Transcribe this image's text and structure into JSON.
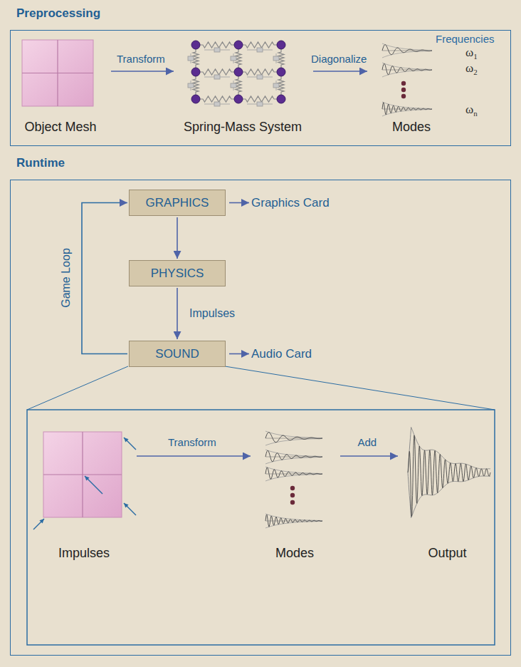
{
  "diagram": {
    "nodes": [
      {
        "text": [
          "Preprocessing"
        ]
      },
      {
        "text": [
          "Object Mesh"
        ],
        "in": 0
      },
      {
        "text": [
          "Spring-Mass System"
        ],
        "in": 0
      },
      {
        "text": [
          "Modes"
        ],
        "in": 0
      },
      {
        "text": [
          "Runtime"
        ]
      },
      {
        "text": [
          "GRAPHICS"
        ],
        "in": 4
      },
      {
        "text": [
          "Graphics Card"
        ],
        "in": 4
      },
      {
        "text": [
          "PHYSICS"
        ],
        "in": 4
      },
      {
        "text": [
          "SOUND"
        ],
        "in": 4
      },
      {
        "text": [
          "Audio Card"
        ],
        "in": 4
      },
      {
        "text": [
          "Impulses"
        ],
        "in": 4
      },
      {
        "text": [
          "Modes"
        ],
        "in": 4
      },
      {
        "text": [
          "Output"
        ],
        "in": 4
      }
    ],
    "edges": [
      {
        "from": 1,
        "to": 2,
        "arrow": "to",
        "label": "Transform"
      },
      {
        "from": 2,
        "to": 3,
        "arrow": "to",
        "label": "Diagonalize"
      },
      {
        "from": 5,
        "to": 6,
        "arrow": "to"
      },
      {
        "from": 5,
        "to": 7,
        "arrow": "to"
      },
      {
        "from": 7,
        "to": 8,
        "arrow": "to",
        "label": "Impulses"
      },
      {
        "from": 8,
        "to": 9,
        "arrow": "to"
      },
      {
        "from": 8,
        "to": 5,
        "arrow": "to",
        "label": "Game Loop"
      },
      {
        "from": 10,
        "to": 11,
        "arrow": "to",
        "label": "Transform"
      },
      {
        "from": 11,
        "to": 12,
        "arrow": "to",
        "label": "Add"
      }
    ],
    "labels": [
      "Frequencies",
      "ω1",
      "ω2",
      "ωn"
    ]
  }
}
